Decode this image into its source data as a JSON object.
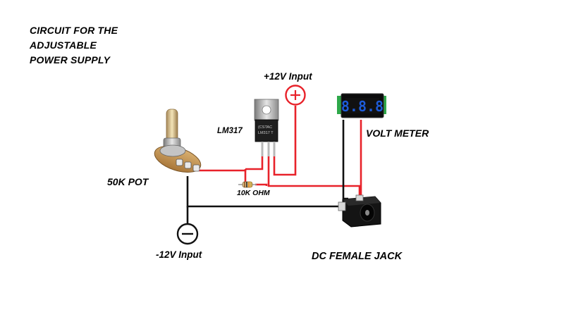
{
  "title": {
    "line1": "CIRCUIT FOR THE",
    "line2": "ADJUSTABLE",
    "line3": "POWER SUPPLY"
  },
  "labels": {
    "positive_input": "+12V Input",
    "negative_input": "-12V Input",
    "regulator": "LM317",
    "volt_meter": "VOLT METER",
    "pot": "50K POT",
    "resistor": "10K OHM",
    "jack": "DC FEMALE JACK"
  },
  "meter_display": "8.8.8",
  "regulator_marking": [
    "(CSTAC",
    "LM317 T"
  ],
  "colors": {
    "wire_red": "#e8222a",
    "wire_black": "#111111",
    "terminal_red": "#e8222a",
    "meter_digits": "#1d5bd8",
    "meter_green": "#2ea84a"
  }
}
